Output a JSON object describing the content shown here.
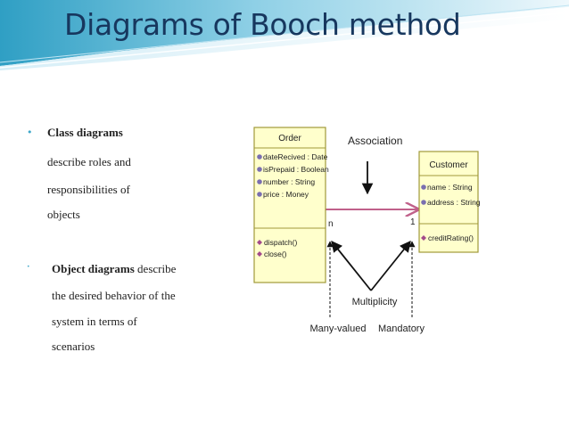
{
  "slide": {
    "title": "Diagrams of Booch method",
    "bullets": [
      {
        "label": "Class diagrams",
        "lines": [
          "describe roles and",
          "responsibilities of",
          "objects"
        ]
      },
      {
        "label": "Object diagrams",
        "label_suffix": " describe",
        "lines": [
          "the desired behavior of the",
          "system in terms of",
          "scenarios"
        ]
      }
    ]
  },
  "diagram": {
    "order": {
      "name": "Order",
      "attributes": [
        "dateRecived : Date",
        "isPrepaid : Boolean",
        "number : String",
        "price : Money"
      ],
      "operations": [
        "dispatch()",
        "close()"
      ]
    },
    "customer": {
      "name": "Customer",
      "attributes": [
        "name : String",
        "address : String"
      ],
      "operations": [
        "creditRating()"
      ]
    },
    "labels": {
      "association": "Association",
      "multiplicity": "Multiplicity",
      "many_valued": "Many-valued",
      "mandatory": "Mandatory",
      "mult_order": "n",
      "mult_customer": "1"
    }
  },
  "colors": {
    "title": "#17375e",
    "accent": "#3fa8c9",
    "class_fill": "#ffffcc",
    "class_border": "#a09a3a",
    "association_line": "#c0608a"
  }
}
